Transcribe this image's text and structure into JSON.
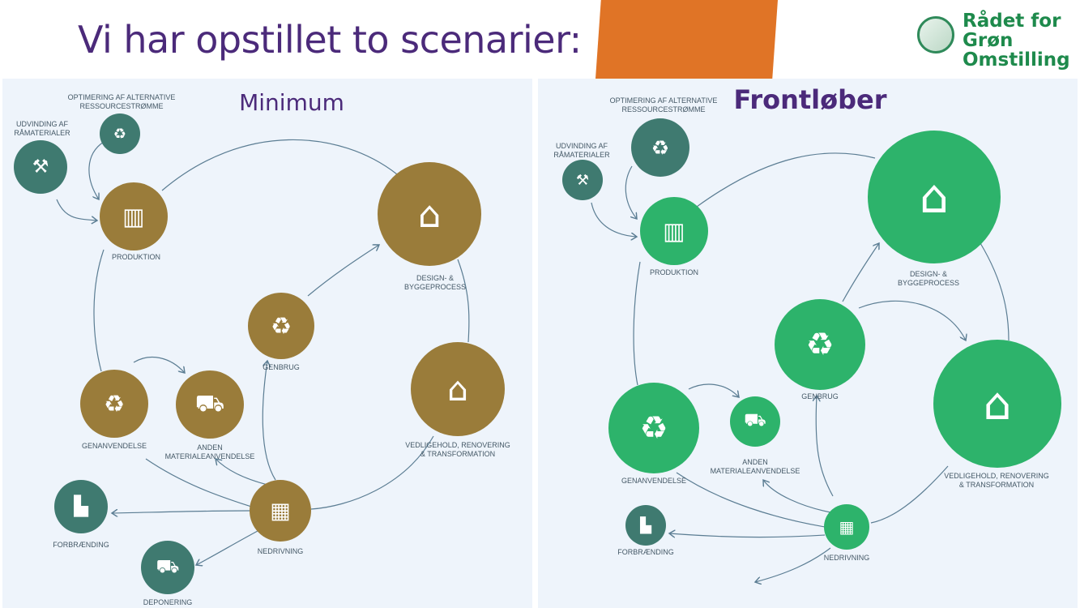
{
  "slide": {
    "title": "Vi har opstillet to scenarier:",
    "logo_text": [
      "Rådet for",
      "Grøn",
      "Omstilling"
    ]
  },
  "colors": {
    "title": "#4b2a7a",
    "accent_orange": "#e07426",
    "gold": "#9a7c3a",
    "green": "#2db36b",
    "teal": "#3f7a70",
    "logo_green": "#1e8a4c"
  },
  "panels": [
    {
      "title": "Minimum",
      "nodes": {
        "optimering": {
          "label": "OPTIMERING AF ALTERNATIVE\nRESSOURCESTRØMME",
          "icon": "recycle-leaf-icon"
        },
        "udvinding": {
          "label": "UDVINDING AF\nRÅMATERIALER",
          "icon": "mining-icon"
        },
        "produktion": {
          "label": "PRODUKTION",
          "icon": "factory-icon"
        },
        "design": {
          "label": "DESIGN- &\nBYGGEPROCESS",
          "icon": "crane-house-icon"
        },
        "genbrug": {
          "label": "GENBRUG",
          "icon": "house-recycle-icon"
        },
        "vedligehold": {
          "label": "VEDLIGEHOLD, RENOVERING\n& TRANSFORMATION",
          "icon": "house-tools-icon"
        },
        "genanvendelse": {
          "label": "GENANVENDELSE",
          "icon": "recycle-pile-icon"
        },
        "anden": {
          "label": "ANDEN\nMATERIALEANVENDELSE",
          "icon": "truck-worker-icon"
        },
        "nedrivning": {
          "label": "NEDRIVNING",
          "icon": "demolition-icon"
        },
        "forbraending": {
          "label": "FORBRÆNDING",
          "icon": "incinerator-icon"
        },
        "deponering": {
          "label": "DEPONERING",
          "icon": "dump-truck-icon"
        }
      }
    },
    {
      "title": "Frontløber",
      "nodes": {
        "optimering": {
          "label": "OPTIMERING AF ALTERNATIVE\nRESSOURCESTRØMME",
          "icon": "recycle-leaf-icon"
        },
        "udvinding": {
          "label": "UDVINDING AF\nRÅMATERIALER",
          "icon": "mining-icon"
        },
        "produktion": {
          "label": "PRODUKTION",
          "icon": "factory-icon"
        },
        "design": {
          "label": "DESIGN- &\nBYGGEPROCESS",
          "icon": "crane-house-icon"
        },
        "genbrug": {
          "label": "GENBRUG",
          "icon": "house-recycle-icon"
        },
        "vedligehold": {
          "label": "VEDLIGEHOLD, RENOVERING\n& TRANSFORMATION",
          "icon": "house-tools-icon"
        },
        "genanvendelse": {
          "label": "GENANVENDELSE",
          "icon": "recycle-pile-icon"
        },
        "anden": {
          "label": "ANDEN\nMATERIALEANVENDELSE",
          "icon": "truck-worker-icon"
        },
        "nedrivning": {
          "label": "NEDRIVNING",
          "icon": "demolition-icon"
        },
        "forbraending": {
          "label": "FORBRÆNDING",
          "icon": "incinerator-icon"
        }
      }
    }
  ]
}
